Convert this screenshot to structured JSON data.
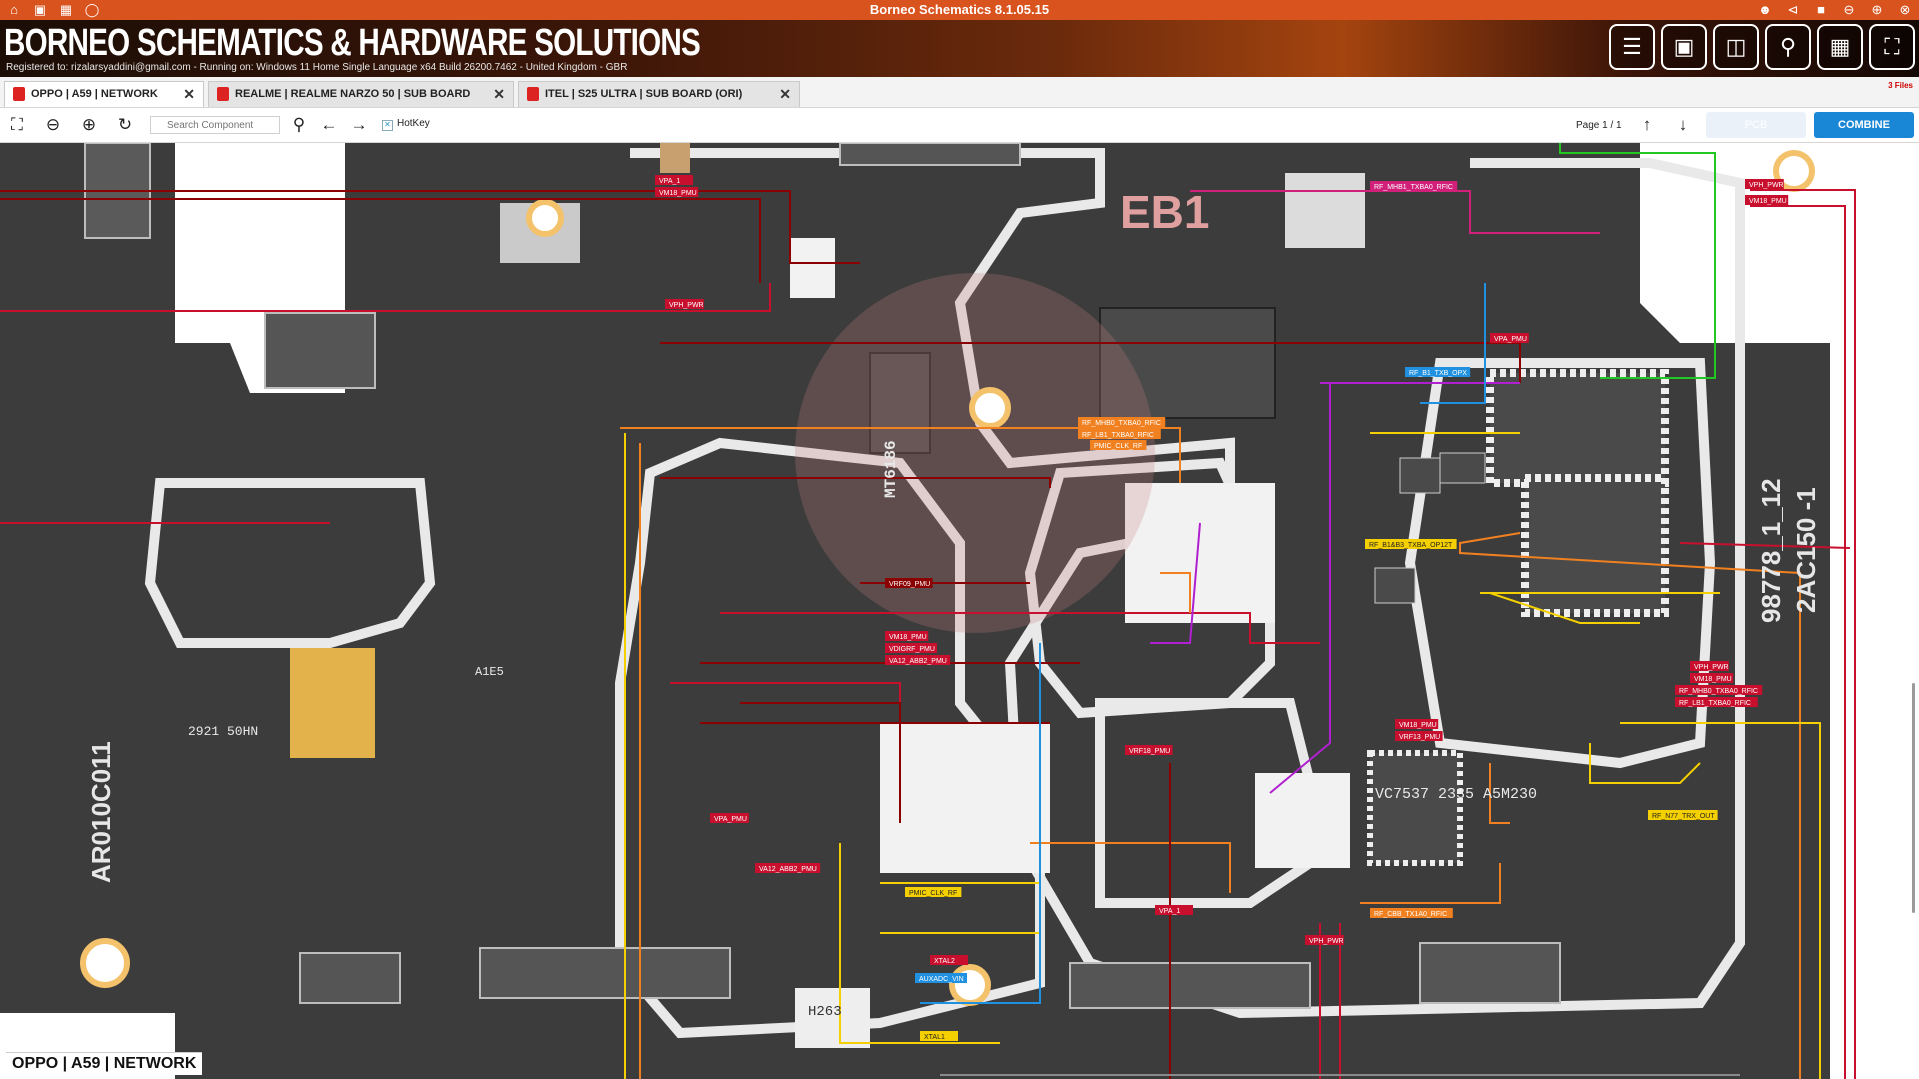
{
  "window": {
    "title": "Borneo Schematics 8.1.05.15"
  },
  "banner": {
    "title": "BORNEO SCHEMATICS & HARDWARE SOLUTIONS",
    "subtitle": "Registered to: rizalarsyaddini@gmail.com - Running on: Windows 11 Home Single Language x64 Build 26200.7462 - United Kingdom - GBR"
  },
  "tabs": [
    {
      "label": "OPPO | A59 | NETWORK",
      "active": true
    },
    {
      "label": "REALME | REALME NARZO 50 | SUB BOARD",
      "active": false
    },
    {
      "label": "ITEL | S25 ULTRA | SUB BOARD (ORI)",
      "active": false
    }
  ],
  "files_indicator": "3 Files",
  "toolbar": {
    "search_placeholder": "Search Component",
    "hotkey_label": "HotKey",
    "page_info": "Page 1 / 1",
    "pcb_label": "PCB",
    "combine_label": "COMBINE"
  },
  "board": {
    "footer_label": "OPPO | A59 | NETWORK",
    "silkscreen": [
      "EB1",
      "98778_1_12",
      "2AC150 -1",
      "AR010C011"
    ],
    "chip_marks": [
      "MT6186",
      "2921 50HN",
      "A1E5",
      "VC7537 2335 A5M230",
      "H263"
    ],
    "net_labels": [
      "VPA_1",
      "VM18_PMU",
      "VPH_PWR",
      "RF_MHB1_TXBA0_RFIC",
      "VPH_PWR",
      "VM18_PMU",
      "VPA_PMU",
      "RF_B1_TXB_OPX",
      "RF_MHB0_TXBA0_RFIC",
      "RF_LB1_TXBA0_RFIC",
      "PMIC_CLK_RF",
      "VRF09_PMU",
      "VM18_PMU",
      "VDIGRF_PMU",
      "VA12_ABB2_PMU",
      "RF_B1&B3_TXBA_OP12T",
      "VPH_PWR",
      "VM18_PMU",
      "RF_MHB0_TXBA0_RFIC",
      "RF_LB1_TXBA0_RFIC",
      "VRF18_PMU",
      "VM18_PMU",
      "VRF13_PMU",
      "RF_N77_TRX_OUT",
      "VPA_PMU",
      "VA12_ABB2_PMU",
      "PMIC_CLK_RF",
      "XTAL2",
      "AUXADC_VIN",
      "XTAL1",
      "RF_CBB_TX1A0_RFIC",
      "VPA_1",
      "VPH_PWR"
    ]
  },
  "colors": {
    "titlebar": "#d9531e",
    "accent": "#1a86d6",
    "board": "#3a3a3a",
    "trace": "#e8e8e8",
    "net_red": "#c8102e",
    "net_dark_red": "#8b0000",
    "net_yellow": "#f5d000",
    "net_orange": "#f08020",
    "net_green": "#22c822",
    "net_purple": "#b020d0",
    "net_blue": "#2090e0",
    "net_magenta": "#d0207a"
  },
  "icons": {
    "titlebar_left": [
      "home-icon",
      "save-icon",
      "grid-icon",
      "edge-icon"
    ],
    "titlebar_right": [
      "user-icon",
      "share-icon",
      "video-icon",
      "minimize-icon",
      "add-icon",
      "close-icon"
    ],
    "banner_tools": [
      "report-icon",
      "monitor-icon",
      "device-icon",
      "search-zoom-icon",
      "calendar-icon",
      "scan-icon"
    ]
  }
}
